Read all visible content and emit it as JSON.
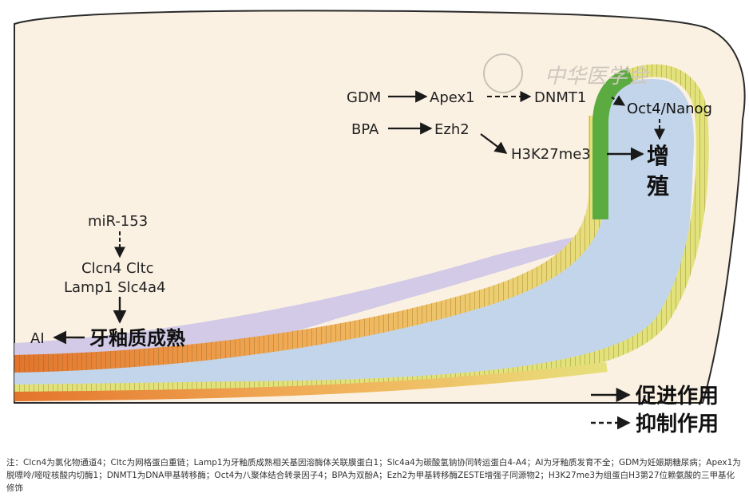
{
  "watermark": "中华医学会",
  "pathways": {
    "gdm": "GDM",
    "apex1": "Apex1",
    "dnmt1": "DNMT1",
    "oct4_nanog": "Oct4/Nanog",
    "bpa": "BPA",
    "ezh2": "Ezh2",
    "h3k27me3": "H3K27me3",
    "proliferation_line1": "增",
    "proliferation_line2": "殖",
    "mir153": "miR-153",
    "genes_line1": "Clcn4 Cltc",
    "genes_line2": "Lamp1 Slc4a4",
    "ai": "AI",
    "enamel_maturation": "牙釉质成熟"
  },
  "legend": {
    "promote": "促进作用",
    "inhibit": "抑制作用"
  },
  "footnote": "注：Clcn4为氯化物通道4；Cltc为网格蛋白重链；Lamp1为牙釉质成熟相关基因溶酶体关联膜蛋白1；Slc4a4为碳酸氢钠协同转运蛋白4-A4；AI为牙釉质发育不全；GDM为妊娠期糖尿病；Apex1为脱嘌呤/嘧啶核酸内切酶1；DNMT1为DNA甲基转移酶；Oct4为八聚体结合转录因子4；BPA为双酚A；Ezh2为甲基转移酶ZESTE增强子同源物2；H3K27me3为组蛋白H3第27位赖氨酸的三甲基化修饰",
  "colors": {
    "background_tissue": "#fbf1e3",
    "green_cells": "#5bab40",
    "yellow_cells": "#e2e27a",
    "orange_cells": "#e88a3a",
    "blue_band": "#c3d5ea",
    "purple_band": "#d2cae6"
  }
}
